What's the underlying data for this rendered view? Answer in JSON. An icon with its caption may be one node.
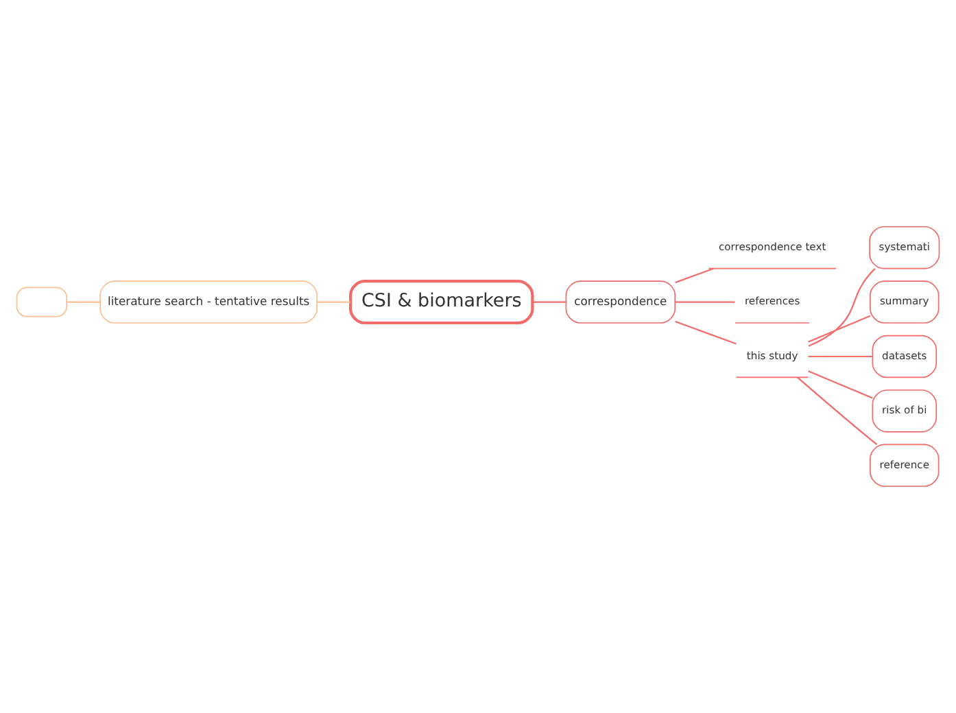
{
  "diagram": {
    "nodes": [
      {
        "text": [
          "CSI & biomarkers"
        ]
      },
      {
        "text": [
          "literature search - tentative results"
        ]
      },
      {
        "text": [],
        "shape": "box"
      },
      {
        "text": [
          "correspondence"
        ]
      },
      {
        "text": [
          "correspondence text"
        ]
      },
      {
        "text": [
          "references"
        ]
      },
      {
        "text": [
          "this study"
        ]
      },
      {
        "text": [
          "systemati"
        ]
      },
      {
        "text": [
          "summary"
        ]
      },
      {
        "text": [
          "datasets"
        ]
      },
      {
        "text": [
          "risk of bi"
        ]
      },
      {
        "text": [
          "reference"
        ]
      }
    ],
    "edges": [
      {
        "from": 0,
        "to": 1,
        "arrow": "none",
        "color": "#fbbf94"
      },
      {
        "from": 1,
        "to": 2,
        "arrow": "none",
        "color": "#fbbf94"
      },
      {
        "from": 0,
        "to": 3,
        "arrow": "none"
      },
      {
        "from": 3,
        "to": 4,
        "arrow": "none"
      },
      {
        "from": 3,
        "to": 5,
        "arrow": "none"
      },
      {
        "from": 3,
        "to": 6,
        "arrow": "none"
      },
      {
        "from": 6,
        "to": 7,
        "arrow": "none"
      },
      {
        "from": 6,
        "to": 8,
        "arrow": "none"
      },
      {
        "from": 6,
        "to": 9,
        "arrow": "none"
      },
      {
        "from": 6,
        "to": 10,
        "arrow": "none"
      },
      {
        "from": 6,
        "to": 11,
        "arrow": "none"
      }
    ]
  }
}
